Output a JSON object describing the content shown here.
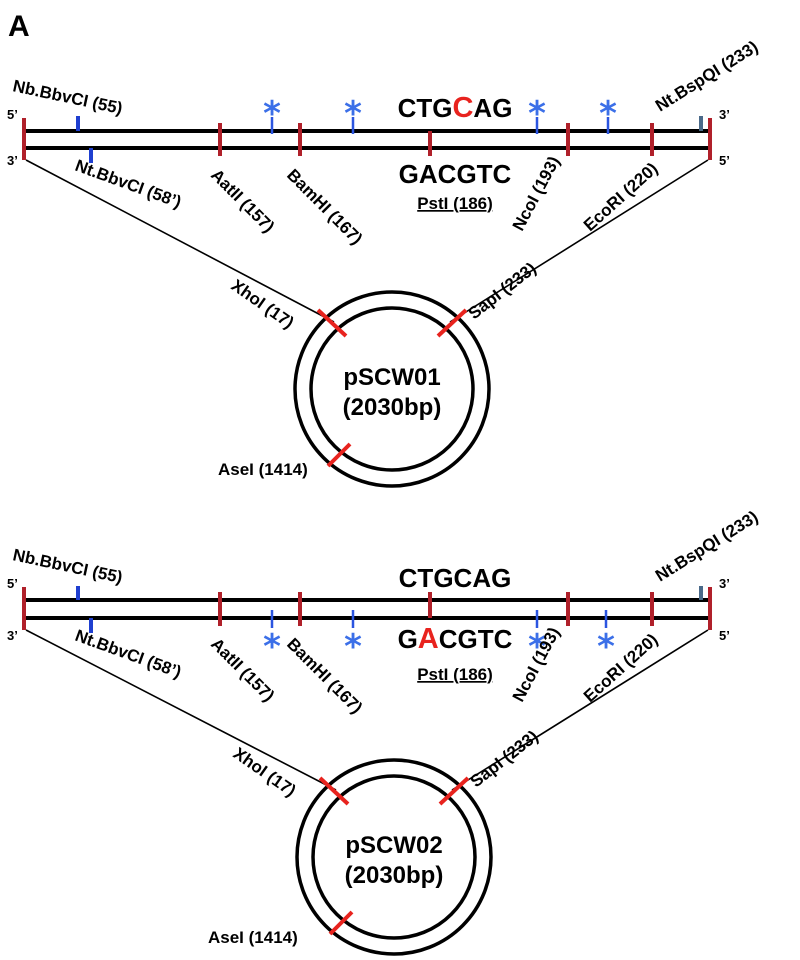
{
  "panel_label": "A",
  "ends": {
    "top_left": "5’",
    "top_right": "3’",
    "bottom_left": "3’",
    "bottom_right": "5’"
  },
  "site_labels": {
    "nb_bbvci": "Nb.BbvCI (55)",
    "nt_bbvci": "Nt.BbvCI (58’)",
    "aatii": "AatII (157)",
    "bamhi": "BamHI (167)",
    "psti": "PstI (186)",
    "ncoi": "NcoI (193)",
    "ecori": "EcoRI (220)",
    "nt_bspqi": "Nt.BspQI (233)",
    "xhoi": "XhoI (17)",
    "sapi": "SapI (233)",
    "asei": "AseI (1414)"
  },
  "star_symbol": "*",
  "constructs": [
    {
      "top_seq": {
        "pre": "CTG",
        "mut": "C",
        "post": "AG"
      },
      "bottom_seq": {
        "pre": "GAC",
        "mut": "G",
        "post": "TC"
      },
      "top_mut_color": "#e8231e",
      "bottom_mut_color": "#000000",
      "plasmid_name": "pSCW01",
      "plasmid_size": "(2030bp)"
    },
    {
      "top_seq": {
        "pre": "CTG",
        "mut": "C",
        "post": "AG"
      },
      "bottom_seq": {
        "pre": "G",
        "mut": "A",
        "post": "CGTC"
      },
      "top_mut_color": "#000000",
      "bottom_mut_color": "#e8231e",
      "plasmid_name": "pSCW02",
      "plasmid_size": "(2030bp)"
    }
  ],
  "colors": {
    "restriction_site": "#b0202a",
    "nick_site": "#1f3fd0",
    "star": "#3b6fe8",
    "mutation": "#e8231e"
  }
}
